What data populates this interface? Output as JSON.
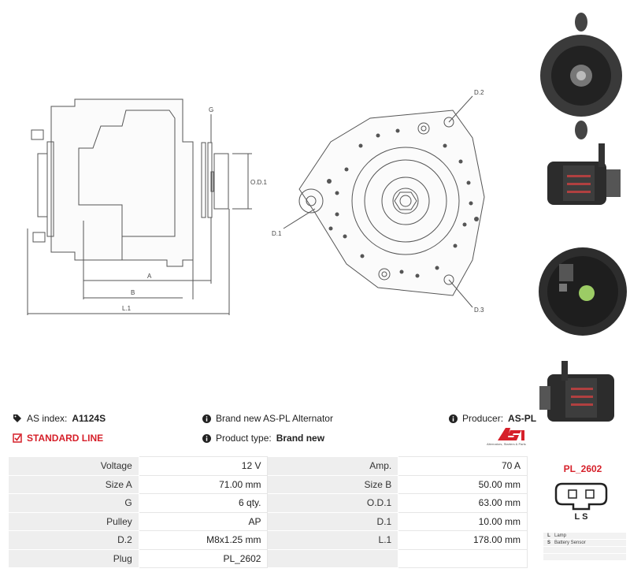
{
  "info": {
    "as_index_label": "AS index:",
    "as_index_value": "A1124S",
    "standard_line": "STANDARD LINE",
    "description": "Brand new AS-PL Alternator",
    "product_type_label": "Product type:",
    "product_type_value": "Brand new",
    "producer_label": "Producer:",
    "producer_value": "AS-PL",
    "logo_tagline": "Alternators, Starters & Parts"
  },
  "drawing": {
    "labels": {
      "g": "G",
      "od1": "O.D.1",
      "a": "A",
      "b": "B",
      "l1": "L.1",
      "d1": "D.1",
      "d2": "D.2",
      "d3": "D.3"
    }
  },
  "specs": [
    {
      "l1": "Voltage",
      "v1": "12 V",
      "l2": "Amp.",
      "v2": "70 A"
    },
    {
      "l1": "Size A",
      "v1": "71.00 mm",
      "l2": "Size B",
      "v2": "50.00 mm"
    },
    {
      "l1": "G",
      "v1": "6 qty.",
      "l2": "O.D.1",
      "v2": "63.00 mm"
    },
    {
      "l1": "Pulley",
      "v1": "AP",
      "l2": "D.1",
      "v2": "10.00 mm"
    },
    {
      "l1": "D.2",
      "v1": "M8x1.25 mm",
      "l2": "L.1",
      "v2": "178.00 mm"
    },
    {
      "l1": "Plug",
      "v1": "PL_2602",
      "l2": "",
      "v2": ""
    }
  ],
  "plug": {
    "code": "PL_2602",
    "pins": "L  S",
    "legend": [
      {
        "key": "L",
        "text": "Lamp"
      },
      {
        "key": "S",
        "text": "Battery Sensor"
      }
    ]
  },
  "colors": {
    "accent": "#d6202a",
    "label_bg": "#eeeeee"
  }
}
